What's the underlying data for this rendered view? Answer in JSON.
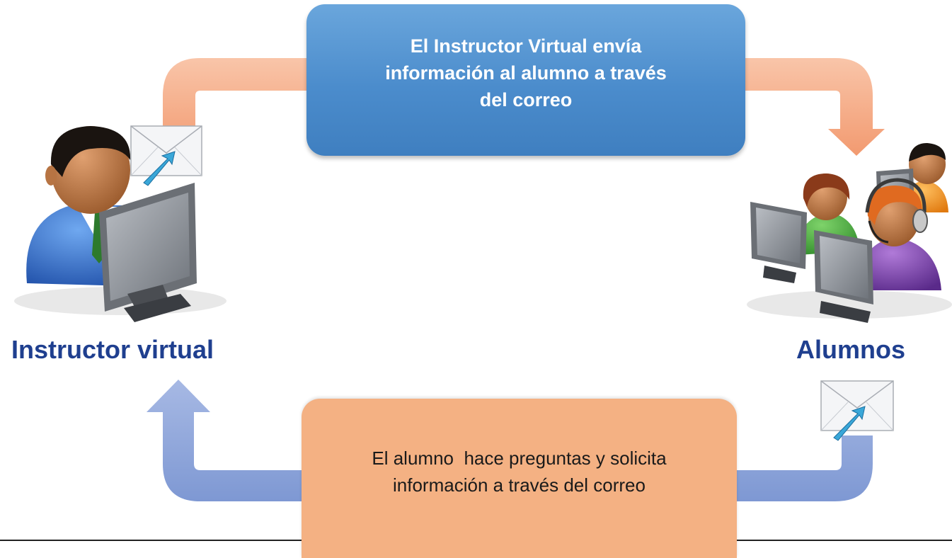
{
  "colors": {
    "top_box": "#4b8ccc",
    "bottom_box": "#f4b183",
    "top_arrow": "#f5a57f",
    "bottom_arrow": "#8ea6d8",
    "label_text": "#1f3f8f"
  },
  "instructor": {
    "label": "Instructor virtual",
    "icon": "instructor-computer-icon"
  },
  "students": {
    "label": "Alumnos",
    "icon": "students-computers-icon"
  },
  "top_message": {
    "line1": "El Instructor Virtual envía",
    "line2": "información al alumno a través",
    "line3": "del correo"
  },
  "bottom_message": {
    "line1": "El alumno  hace preguntas y solicita",
    "line2": "información a través del correo"
  }
}
